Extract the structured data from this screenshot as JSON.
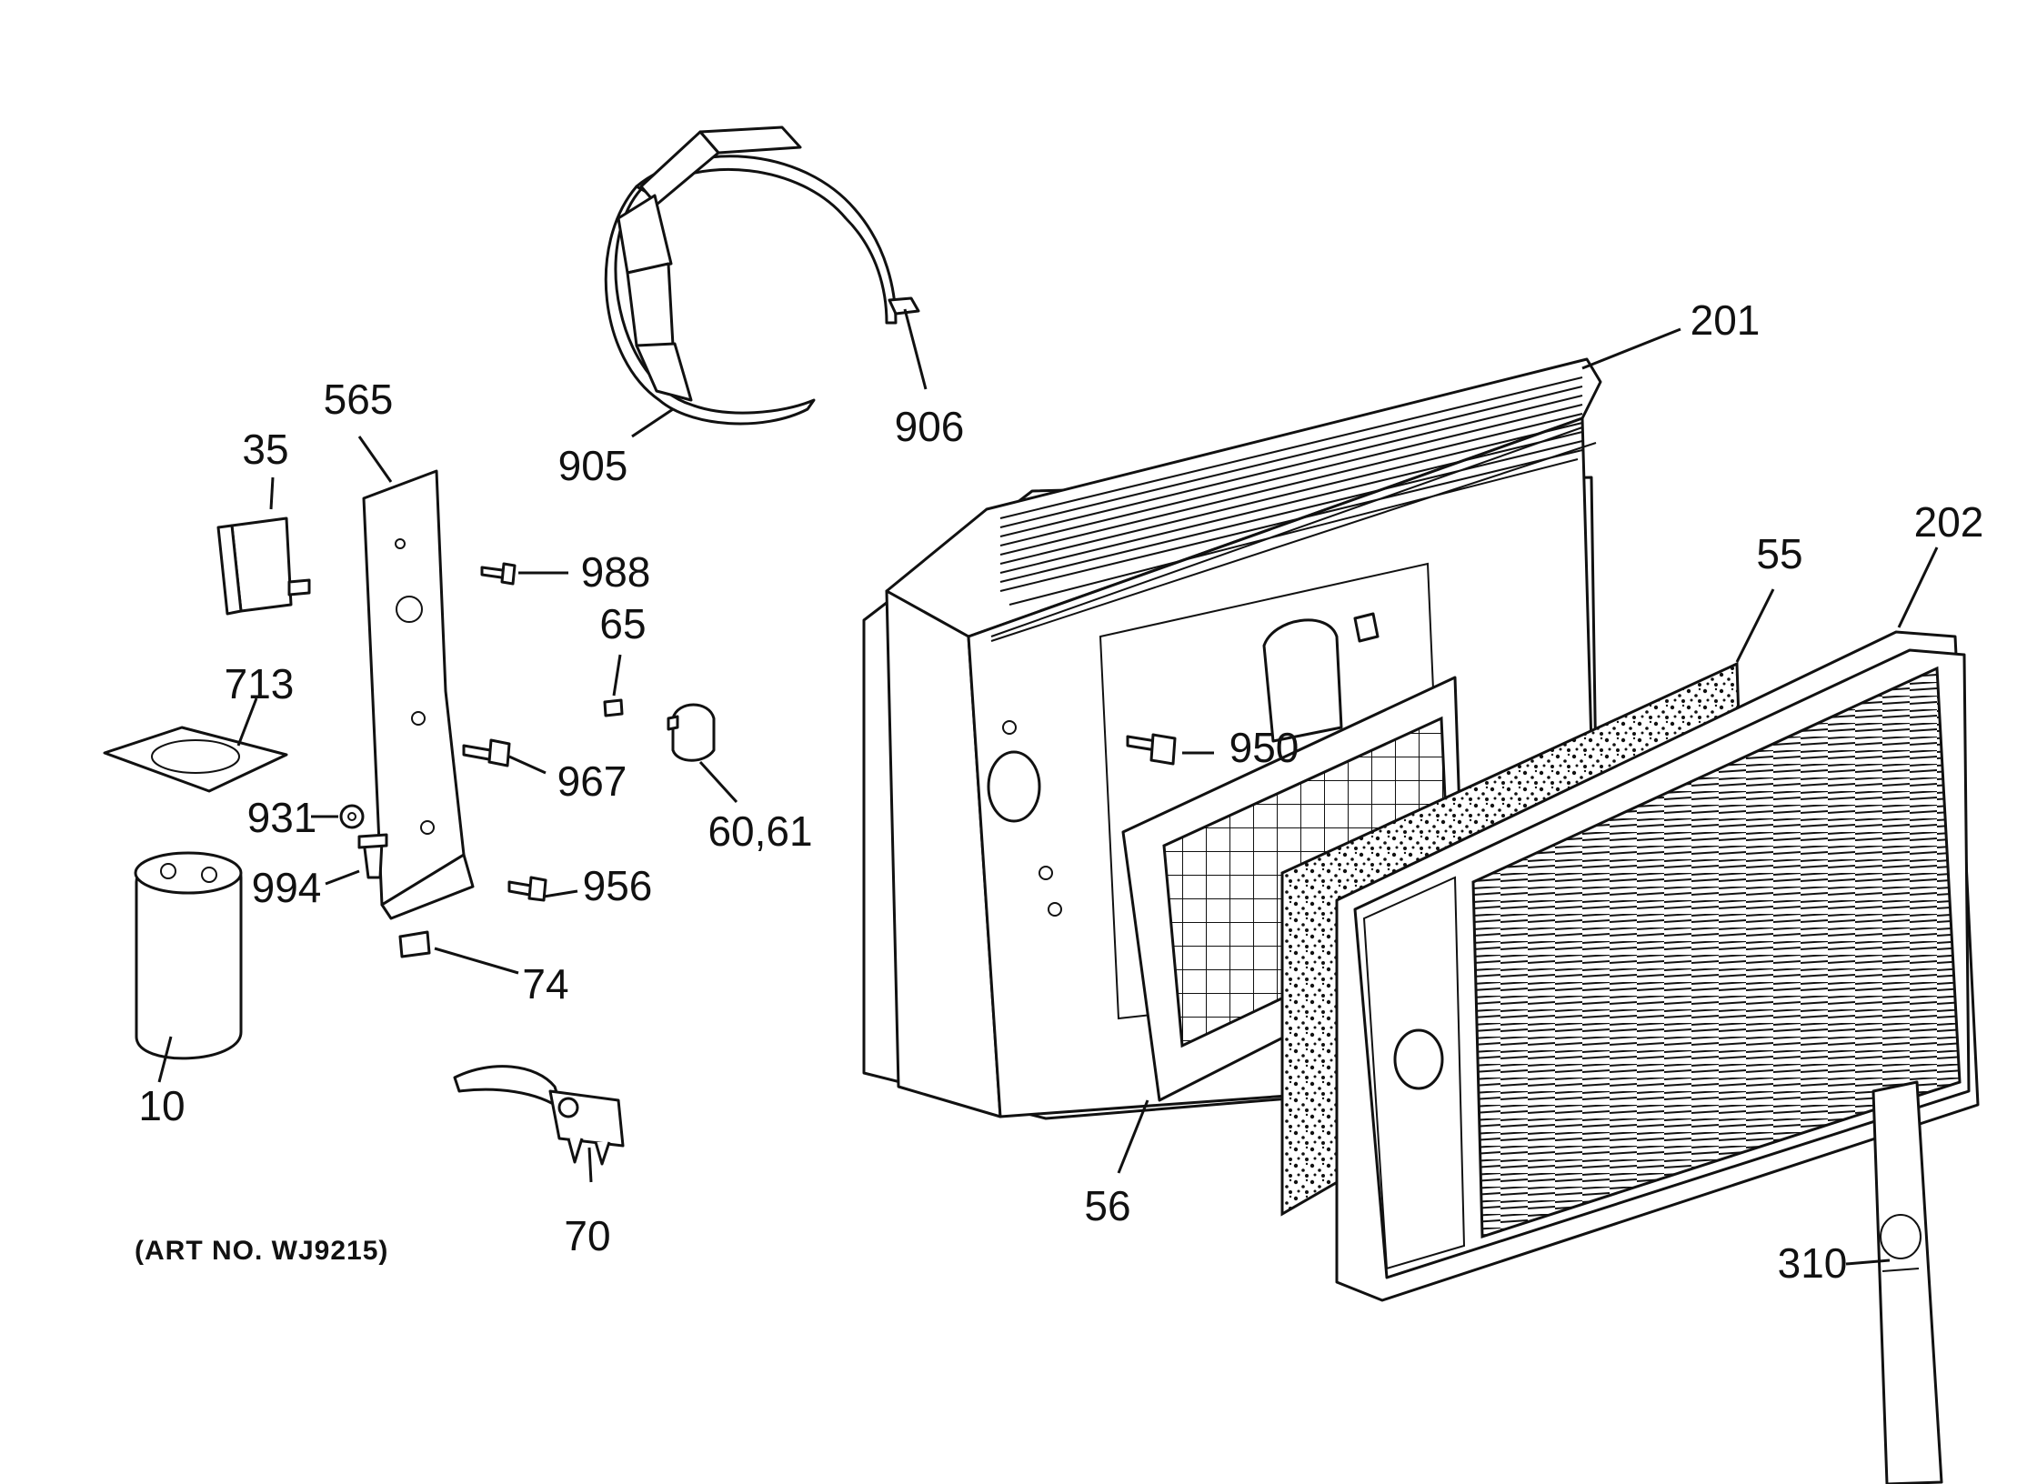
{
  "callouts": {
    "c35": "35",
    "c565": "565",
    "c905": "905",
    "c906": "906",
    "c201": "201",
    "c988": "988",
    "c65": "65",
    "c713": "713",
    "c967": "967",
    "c950": "950",
    "c931": "931",
    "c60_61": "60,61",
    "c994": "994",
    "c956": "956",
    "c74": "74",
    "c10": "10",
    "c70": "70",
    "c56": "56",
    "c55": "55",
    "c202": "202",
    "c310": "310"
  },
  "art_number": "(ART NO. WJ9215)"
}
